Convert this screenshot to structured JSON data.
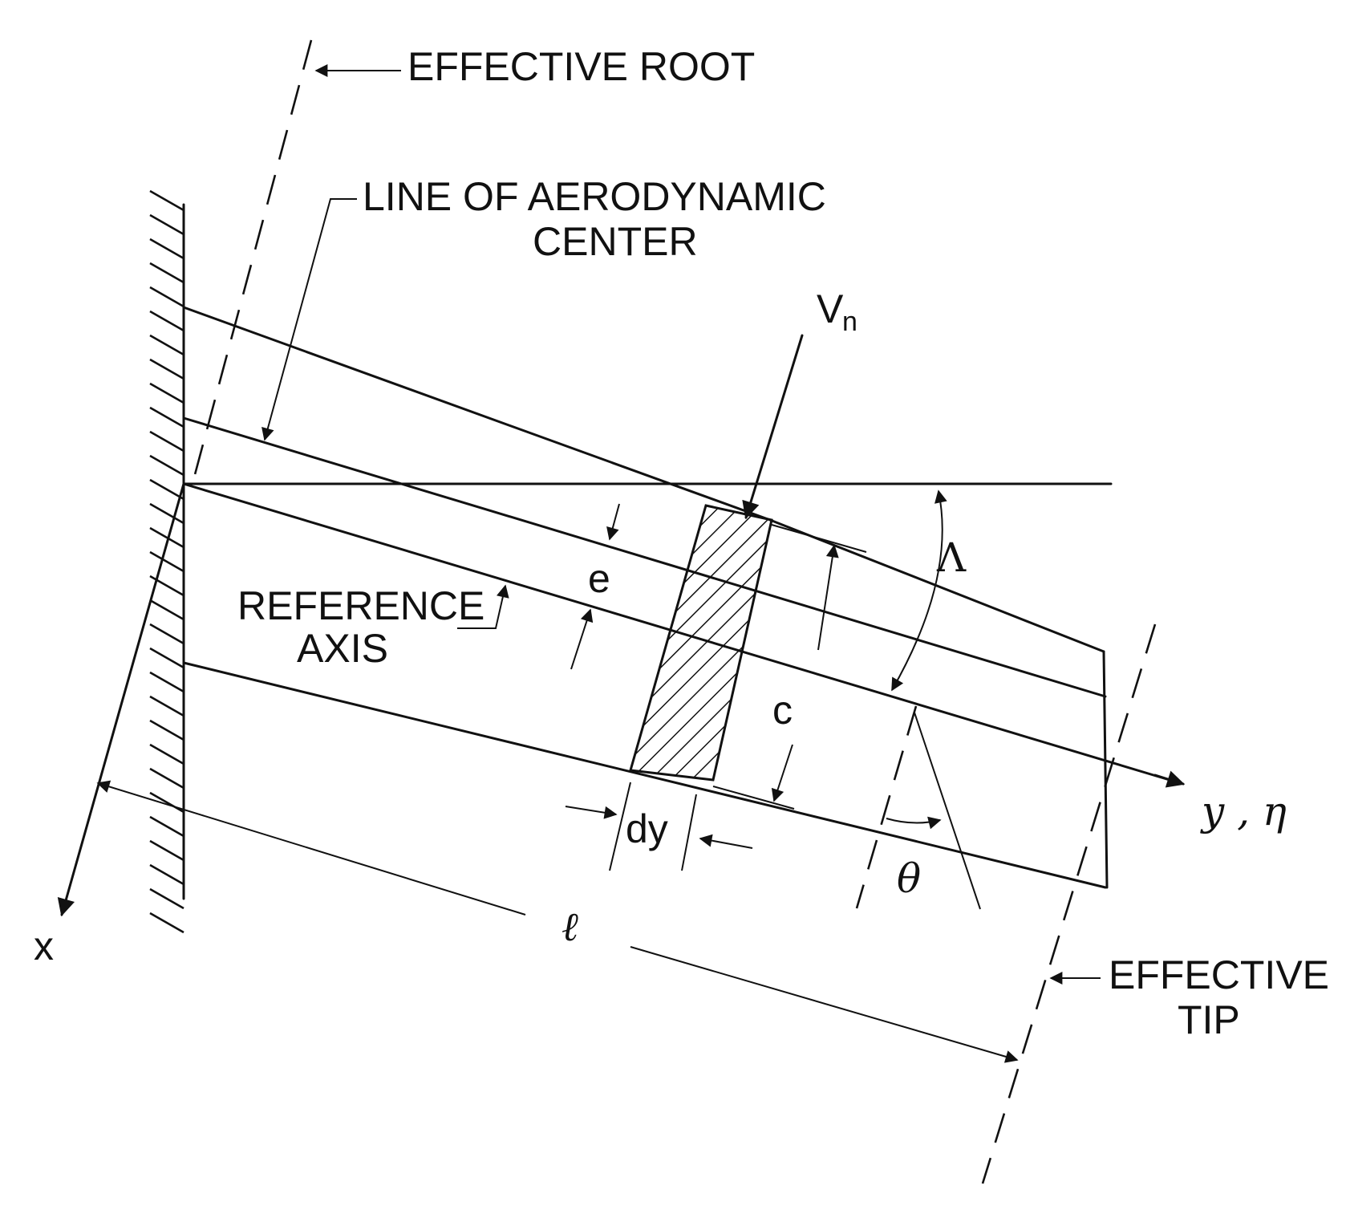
{
  "labels": {
    "effective_root": "EFFECTIVE ROOT",
    "aero_center_line1": "LINE OF AERODYNAMIC",
    "aero_center_line2": "CENTER",
    "reference_axis_line1": "REFERENCE",
    "reference_axis_line2": "AXIS",
    "effective_tip_line1": "EFFECTIVE",
    "effective_tip_line2": "TIP",
    "x_axis": "x",
    "y_axis": "y , η",
    "v_main": "V",
    "v_sub": "n",
    "e": "e",
    "c": "c",
    "dy": "dy",
    "span": "ℓ",
    "lambda": "Λ",
    "theta": "θ"
  }
}
